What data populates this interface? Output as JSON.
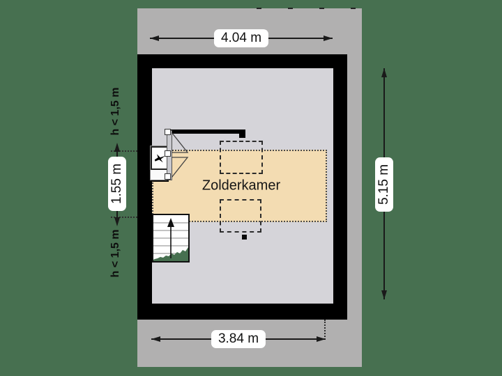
{
  "room": {
    "label": "Zolderkamer"
  },
  "dimensions": {
    "top_width": "4.04 m",
    "bottom_width": "3.84 m",
    "right_height": "5.15 m",
    "left_zone_depth": "1.55 m"
  },
  "annotations": {
    "low_headroom_top": "h < 1,5 m",
    "low_headroom_bottom": "h < 1,5 m"
  },
  "icons": {
    "stairs_direction": "up-arrow-icon",
    "window_symbol": "bird-icon"
  },
  "colors": {
    "page_background": "#477050",
    "site_canvas": "#b1b0b0",
    "wall": "#000000",
    "interior_floor": "#d5d4d9",
    "headroom_zone": "#f3dcb2",
    "stair_cutaway": "#477050",
    "dimension_pill": "#ffffff"
  }
}
